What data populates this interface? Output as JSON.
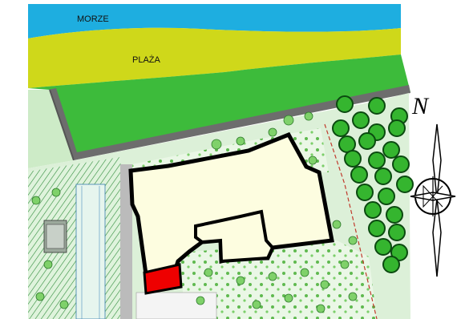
{
  "labels": {
    "sea": "MORZE",
    "beach": "PLAŻA",
    "north": "N"
  },
  "colors": {
    "sea": "#1eaee0",
    "beach": "#cfd81a",
    "grass": "#3dbb3b",
    "promenade": "#6a6a6a",
    "building": "#fdfde0",
    "highlight": "#ee0000",
    "tree": "#35b52f"
  },
  "icons": [
    "compass-rose-icon",
    "tree-icon"
  ]
}
